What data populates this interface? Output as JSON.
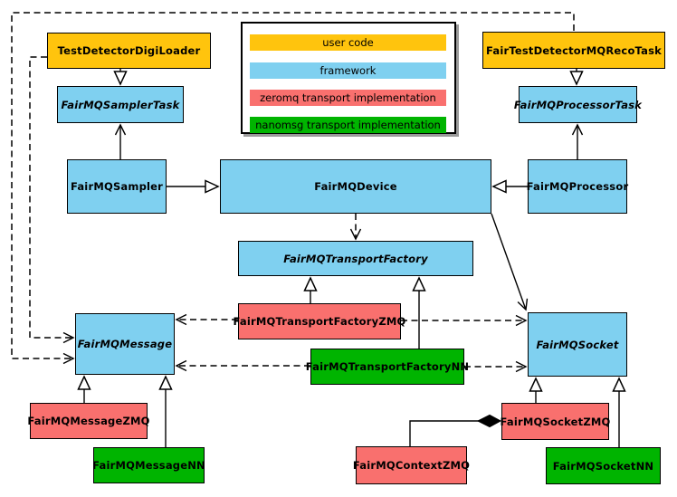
{
  "diagram_type": "uml-class-diagram",
  "colors": {
    "user_code": "#FFC40D",
    "framework": "#7FD0F0",
    "zeromq": "#F9706E",
    "nanomsg": "#00B400",
    "border": "#000000",
    "background": "#FFFFFF"
  },
  "legend": {
    "items": [
      {
        "label": "user code",
        "color": "#FFC40D"
      },
      {
        "label": "framework",
        "color": "#7FD0F0"
      },
      {
        "label": "zeromq transport implementation",
        "color": "#F9706E"
      },
      {
        "label": "nanomsg transport implementation",
        "color": "#00B400"
      }
    ]
  },
  "nodes": [
    {
      "label": "TestDetectorDigiLoader",
      "category": "user code",
      "abstract": false
    },
    {
      "label": "FairTestDetectorMQRecoTask",
      "category": "user code",
      "abstract": false
    },
    {
      "label": "FairMQSamplerTask",
      "category": "framework",
      "abstract": true
    },
    {
      "label": "FairMQProcessorTask",
      "category": "framework",
      "abstract": true
    },
    {
      "label": "FairMQSampler",
      "category": "framework",
      "abstract": false
    },
    {
      "label": "FairMQDevice",
      "category": "framework",
      "abstract": false
    },
    {
      "label": "FairMQProcessor",
      "category": "framework",
      "abstract": false
    },
    {
      "label": "FairMQTransportFactory",
      "category": "framework",
      "abstract": true
    },
    {
      "label": "FairMQTransportFactoryZMQ",
      "category": "zeromq",
      "abstract": false
    },
    {
      "label": "FairMQTransportFactoryNN",
      "category": "nanomsg",
      "abstract": false
    },
    {
      "label": "FairMQMessage",
      "category": "framework",
      "abstract": true
    },
    {
      "label": "FairMQSocket",
      "category": "framework",
      "abstract": true
    },
    {
      "label": "FairMQMessageZMQ",
      "category": "zeromq",
      "abstract": false
    },
    {
      "label": "FairMQMessageNN",
      "category": "nanomsg",
      "abstract": false
    },
    {
      "label": "FairMQSocketZMQ",
      "category": "zeromq",
      "abstract": false
    },
    {
      "label": "FairMQContextZMQ",
      "category": "zeromq",
      "abstract": false
    },
    {
      "label": "FairMQSocketNN",
      "category": "nanomsg",
      "abstract": false
    }
  ],
  "edges": [
    {
      "from": "TestDetectorDigiLoader",
      "to": "FairMQSamplerTask",
      "type": "inheritance"
    },
    {
      "from": "FairTestDetectorMQRecoTask",
      "to": "FairMQProcessorTask",
      "type": "inheritance"
    },
    {
      "from": "FairMQSampler",
      "to": "FairMQDevice",
      "type": "inheritance"
    },
    {
      "from": "FairMQProcessor",
      "to": "FairMQDevice",
      "type": "inheritance"
    },
    {
      "from": "FairMQSampler",
      "to": "FairMQSamplerTask",
      "type": "association"
    },
    {
      "from": "FairMQProcessor",
      "to": "FairMQProcessorTask",
      "type": "association"
    },
    {
      "from": "FairMQDevice",
      "to": "FairMQTransportFactory",
      "type": "dependency"
    },
    {
      "from": "FairMQDevice",
      "to": "FairMQSocket",
      "type": "association"
    },
    {
      "from": "FairMQTransportFactoryZMQ",
      "to": "FairMQTransportFactory",
      "type": "inheritance"
    },
    {
      "from": "FairMQTransportFactoryNN",
      "to": "FairMQTransportFactory",
      "type": "inheritance"
    },
    {
      "from": "FairMQTransportFactoryZMQ",
      "to": "FairMQMessage",
      "type": "dependency"
    },
    {
      "from": "FairMQTransportFactoryZMQ",
      "to": "FairMQSocket",
      "type": "dependency"
    },
    {
      "from": "FairMQTransportFactoryNN",
      "to": "FairMQMessage",
      "type": "dependency"
    },
    {
      "from": "FairMQTransportFactoryNN",
      "to": "FairMQSocket",
      "type": "dependency"
    },
    {
      "from": "TestDetectorDigiLoader",
      "to": "FairMQMessage",
      "type": "dependency"
    },
    {
      "from": "FairTestDetectorMQRecoTask",
      "to": "FairMQMessage",
      "type": "dependency"
    },
    {
      "from": "FairMQMessageZMQ",
      "to": "FairMQMessage",
      "type": "inheritance"
    },
    {
      "from": "FairMQMessageNN",
      "to": "FairMQMessage",
      "type": "inheritance"
    },
    {
      "from": "FairMQSocketZMQ",
      "to": "FairMQSocket",
      "type": "inheritance"
    },
    {
      "from": "FairMQSocketNN",
      "to": "FairMQSocket",
      "type": "inheritance"
    },
    {
      "from": "FairMQContextZMQ",
      "to": "FairMQSocketZMQ",
      "type": "aggregation"
    }
  ]
}
